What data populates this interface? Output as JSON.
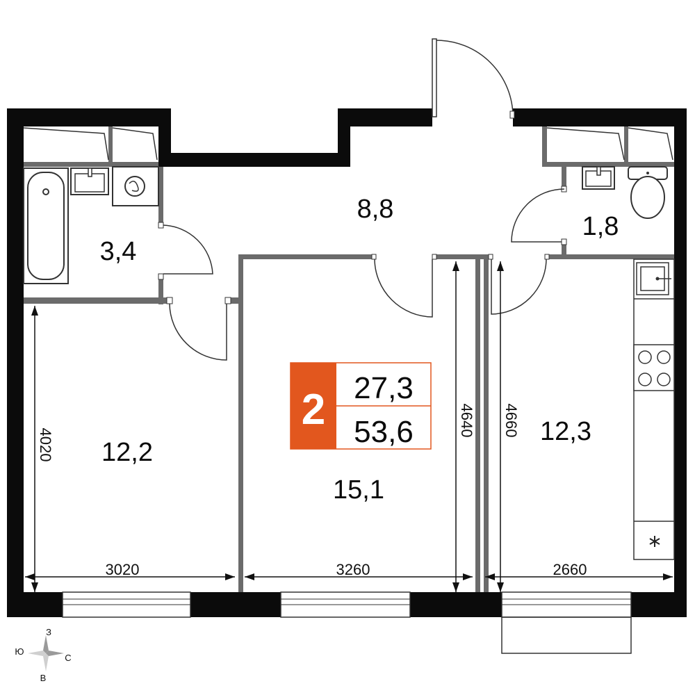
{
  "rooms": {
    "hall": "8,8",
    "bathroom": "3,4",
    "toilet": "1,8",
    "bedroom": "12,2",
    "living": "15,1",
    "kitchen": "12,3"
  },
  "badge": {
    "rooms_count": "2",
    "living_area": "27,3",
    "total_area": "53,6",
    "color": "#E2571E"
  },
  "dimensions": {
    "bedroom_width": "3020",
    "living_width": "3260",
    "kitchen_width": "2660",
    "bedroom_depth": "4020",
    "living_depth": "4640",
    "kitchen_depth": "4660"
  },
  "compass": {
    "north": "З",
    "south": "В",
    "east": "С",
    "west": "Ю"
  },
  "icons": {
    "hob": "hob-icon",
    "fridge": "snowflake-icon"
  }
}
